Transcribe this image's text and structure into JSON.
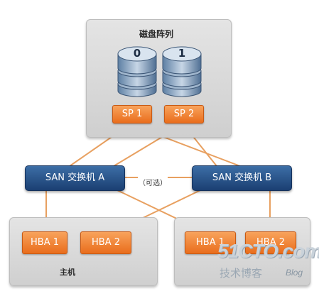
{
  "disk_array": {
    "title": "磁盘阵列",
    "disks": [
      {
        "label": "0"
      },
      {
        "label": "1"
      }
    ],
    "sp": [
      {
        "label": "SP 1"
      },
      {
        "label": "SP 2"
      }
    ]
  },
  "switches": [
    {
      "label": "SAN 交换机 A"
    },
    {
      "label": "SAN 交换机 B"
    }
  ],
  "optional_label": "（可选）",
  "hosts": [
    {
      "title": "主机",
      "hbas": [
        {
          "label": "HBA 1"
        },
        {
          "label": "HBA 2"
        }
      ]
    },
    {
      "title": "",
      "hbas": [
        {
          "label": "HBA 1"
        },
        {
          "label": "HBA 2"
        }
      ]
    }
  ],
  "watermark": {
    "main": "51CTO.com",
    "sub": "技术博客",
    "blog": "Blog"
  },
  "colors": {
    "link_line": "#e8a060",
    "orange": "#ee7b2a",
    "switch_blue": "#244d85",
    "panel_gray": "#d8d8d8"
  }
}
